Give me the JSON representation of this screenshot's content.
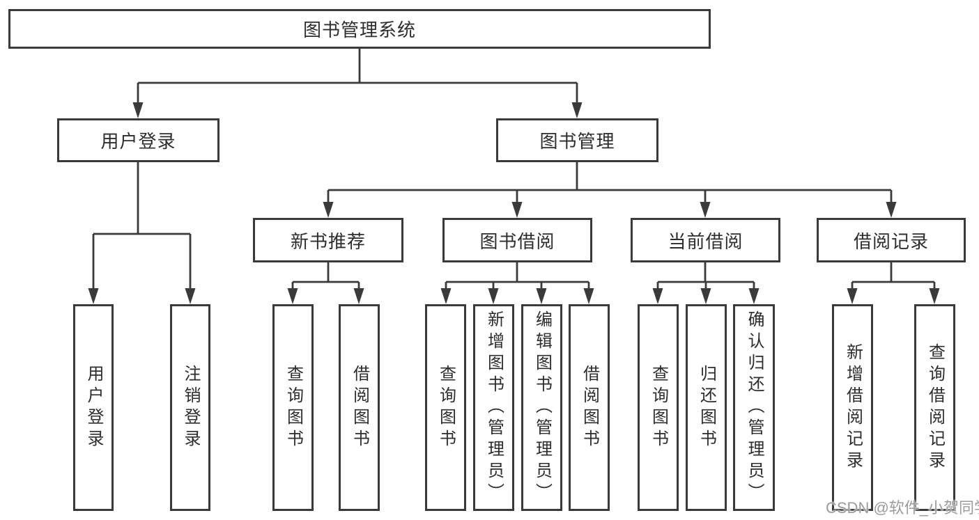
{
  "tree": {
    "root": "图书管理系统",
    "user_login": {
      "label": "用户登录",
      "children": [
        "用户登录",
        "注销登录"
      ]
    },
    "book_mgmt": {
      "label": "图书管理",
      "groups": [
        {
          "label": "新书推荐",
          "children": [
            "查询图书",
            "借阅图书"
          ]
        },
        {
          "label": "图书借阅",
          "children": [
            "查询图书",
            "新增图书（管理员）",
            "编辑图书（管理员）",
            "借阅图书"
          ]
        },
        {
          "label": "当前借阅",
          "children": [
            "查询图书",
            "归还图书",
            "确认归还（管理员）"
          ]
        },
        {
          "label": "借阅记录",
          "children": [
            "新增借阅记录",
            "查询借阅记录"
          ]
        }
      ]
    }
  },
  "watermark": {
    "text": "CSDN @软件_小贺同学"
  },
  "colors": {
    "line": "#3a3a3a",
    "text": "#2d2d2d",
    "watermark": "#9b9b9b",
    "background": "#ffffff"
  }
}
